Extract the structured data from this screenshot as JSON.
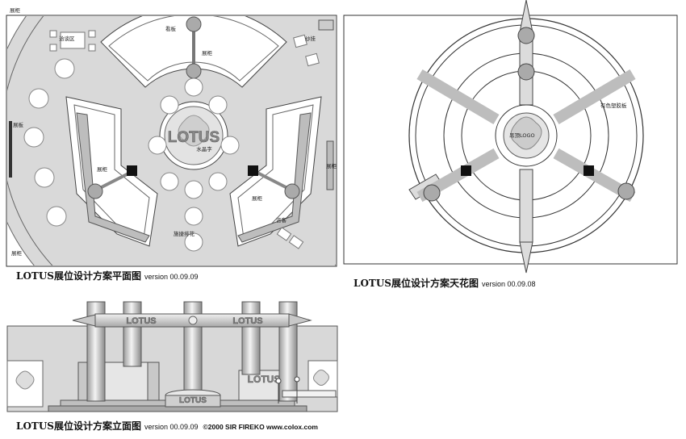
{
  "plan": {
    "caption": "LOTUS展位设计方案平面图",
    "version": "version 00.09.09",
    "labels": {
      "top_left": "展柜",
      "negotiation": "洽谈区",
      "billboard": "看板",
      "display_top": "展柜",
      "print": "纱挂",
      "left_board": "展板",
      "display_left": "展柜",
      "display_right": "展柜",
      "right_board": "展柜",
      "reception": "咨客",
      "quick_flower": "施捷排花",
      "bottom_left": "展柜"
    },
    "logo": "LOTUS",
    "logo_sub": "水晶字"
  },
  "ceiling": {
    "caption": "LOTUS展位设计方案天花图",
    "version": "version 00.09.08",
    "logo_label": "吊顶LOGO",
    "ring_label": "有色塑胶板"
  },
  "elevation": {
    "caption": "LOTUS展位设计方案立面图",
    "version": "version 00.09.09",
    "copyright": "©2000 SIR FIREKO www.colox.com",
    "beam_logo_left": "LOTUS",
    "beam_logo_right": "LOTUS",
    "side_logo": "LOTUS",
    "podium_logo": "LOTUS"
  }
}
